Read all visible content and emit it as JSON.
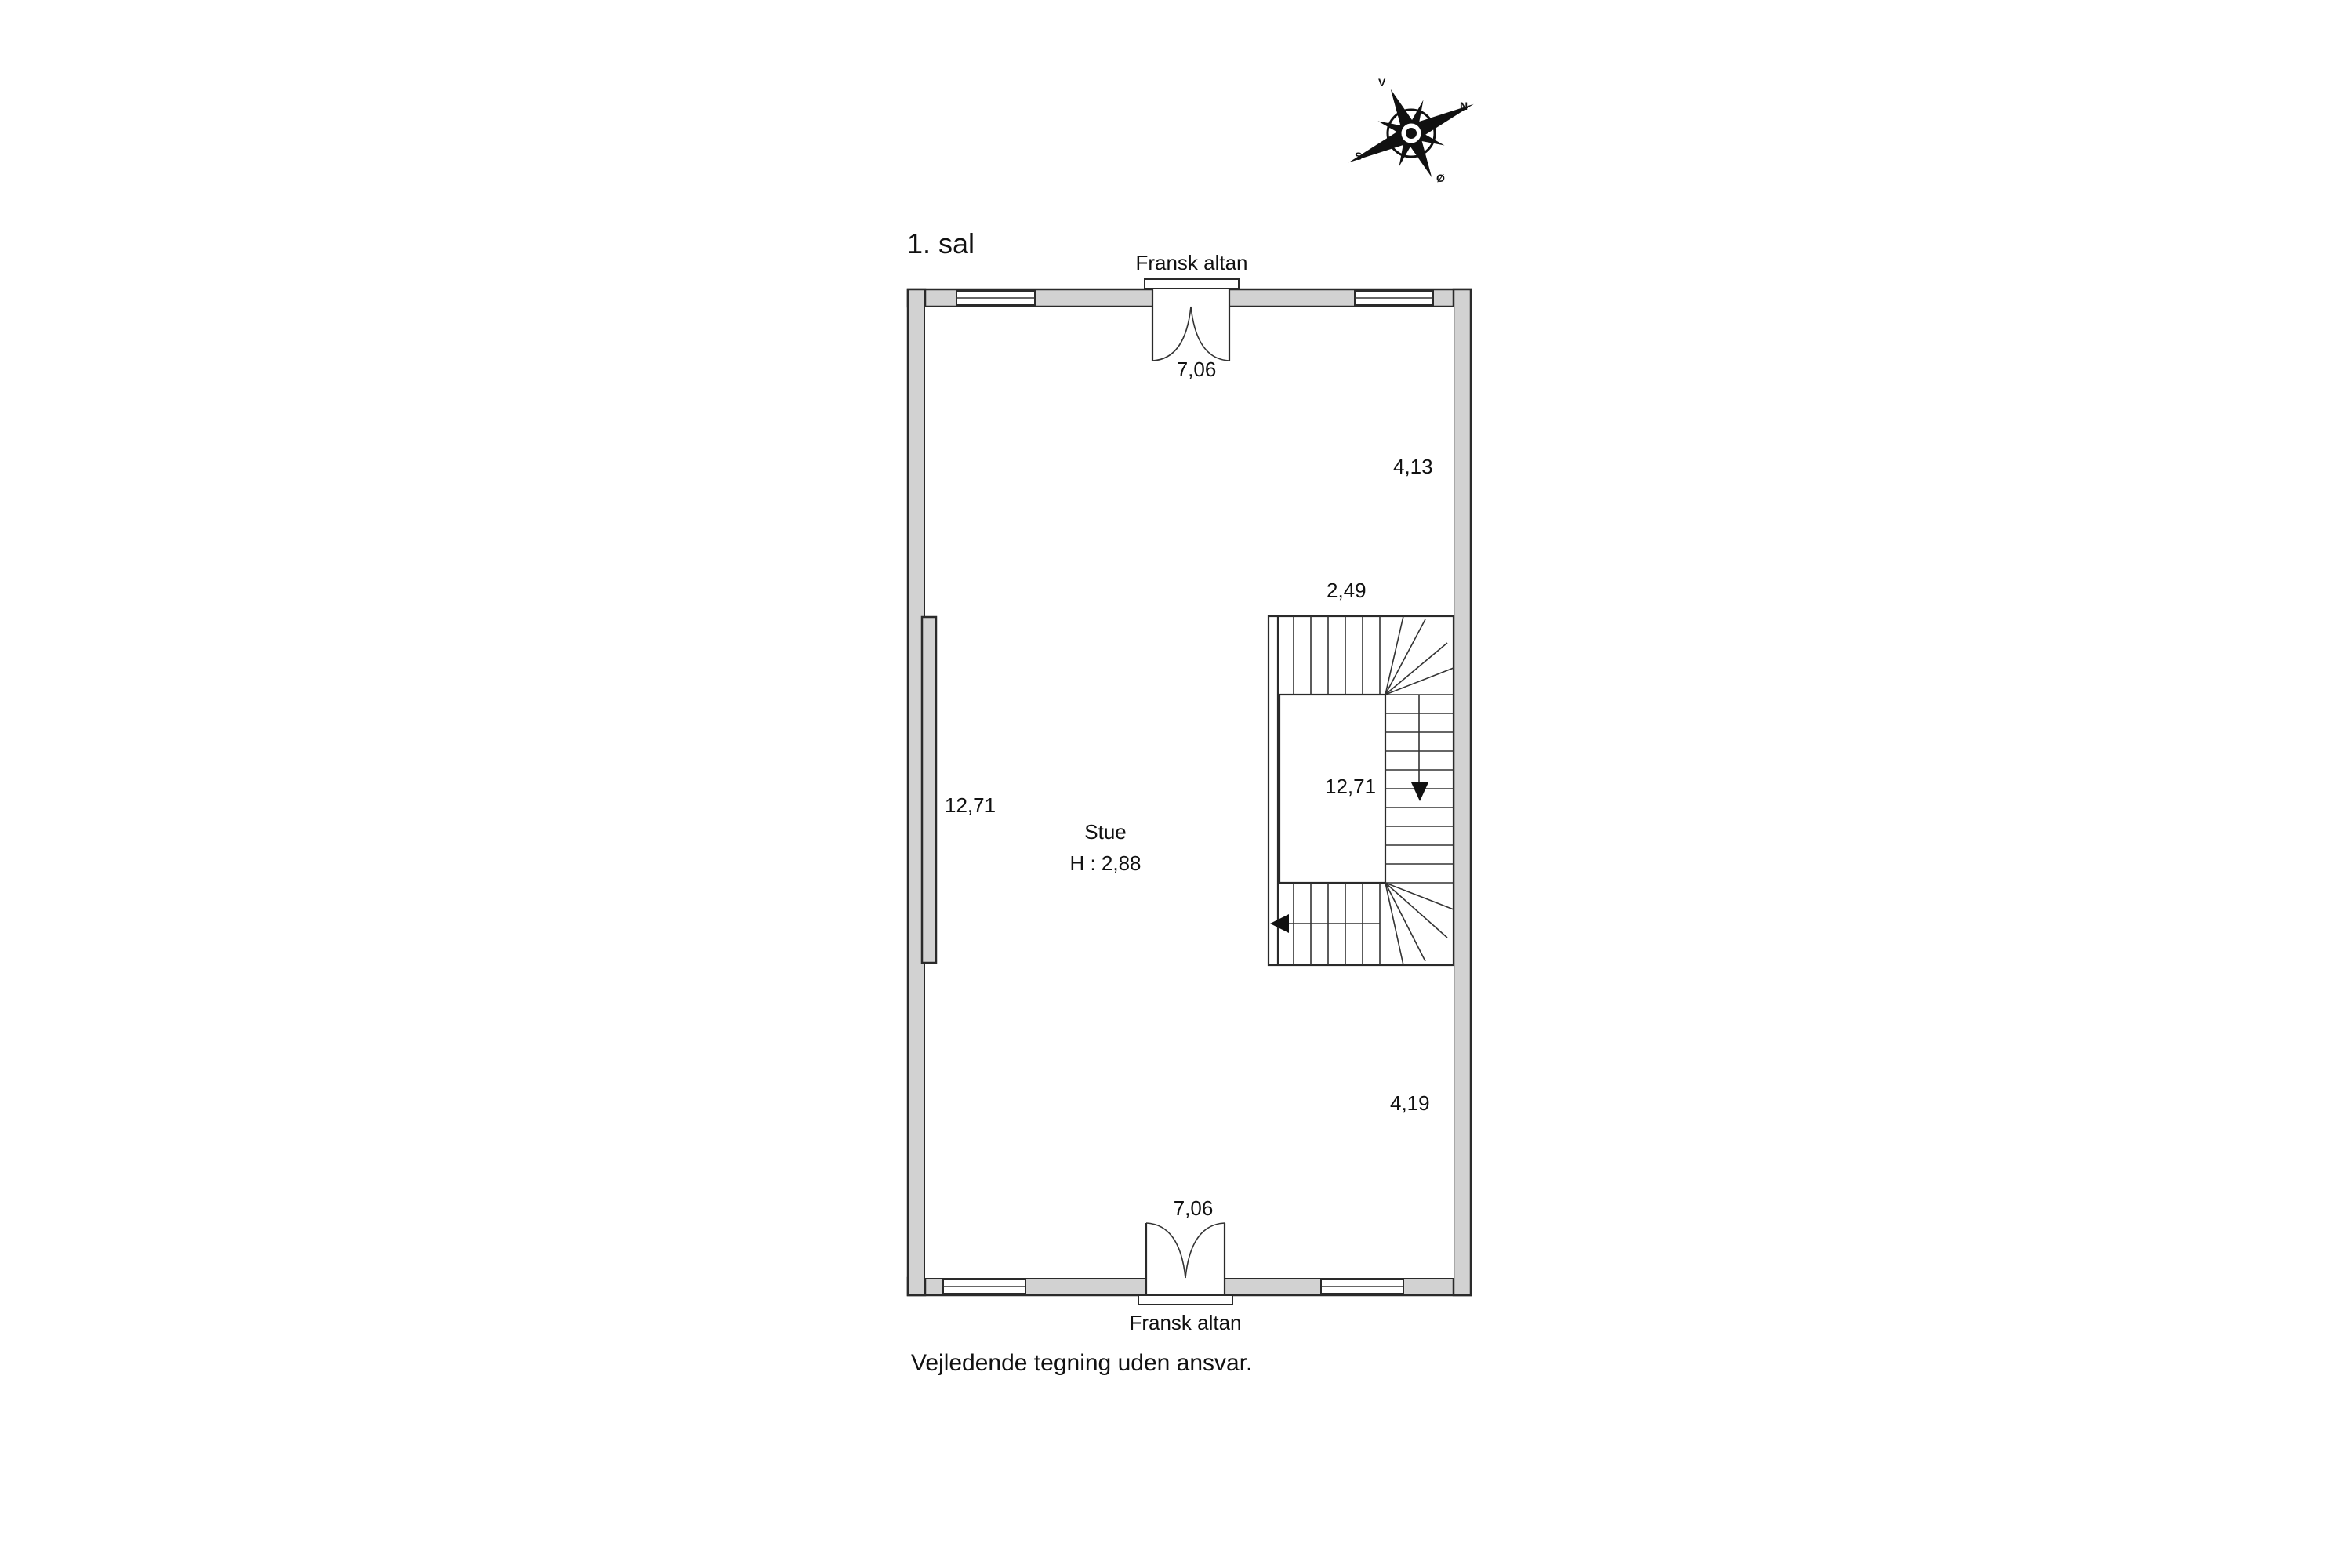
{
  "floor_label": "1. sal",
  "room": {
    "name": "Stue",
    "height": "H : 2,88"
  },
  "balcony_top": "Fransk altan",
  "balcony_bottom": "Fransk altan",
  "dimensions": {
    "top_width": "7,06",
    "bottom_width": "7,06",
    "left_length": "12,71",
    "stair_length": "12,71",
    "stair_width": "2,49",
    "right_upper": "4,13",
    "right_lower": "4,19"
  },
  "compass": {
    "n": "N",
    "s": "S",
    "v": "V",
    "o": "Ø"
  },
  "disclaimer": "Vejledende tegning uden ansvar."
}
